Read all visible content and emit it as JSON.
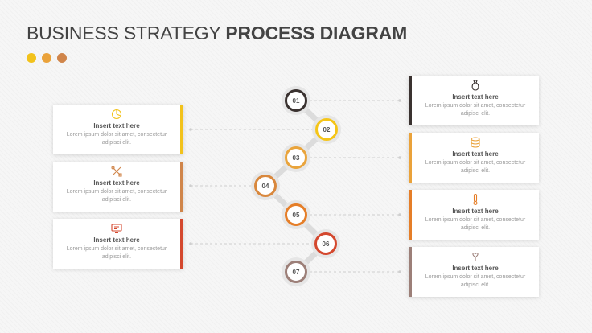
{
  "title": {
    "part1": "BUSINESS STRATEGY",
    "part2": "PROCESS DIAGRAM"
  },
  "dot_colors": [
    "#f2c21b",
    "#eaa23a",
    "#d0854a"
  ],
  "steps": [
    {
      "num": "01",
      "color": "#3a3230"
    },
    {
      "num": "02",
      "color": "#f5c518"
    },
    {
      "num": "03",
      "color": "#e9a43c"
    },
    {
      "num": "04",
      "color": "#d9883d"
    },
    {
      "num": "05",
      "color": "#e57e28"
    },
    {
      "num": "06",
      "color": "#d4482e"
    },
    {
      "num": "07",
      "color": "#9c7f78"
    }
  ],
  "left_cards": [
    {
      "icon": "pie-chart-icon",
      "color": "#f2c21b",
      "title": "Insert text here",
      "body": "Lorem ipsum dolor sit amet, consectetur adipisci elit."
    },
    {
      "icon": "tools-icon",
      "color": "#d0854a",
      "title": "Insert text here",
      "body": "Lorem ipsum dolor sit amet, consectetur adipisci elit."
    },
    {
      "icon": "monitor-icon",
      "color": "#d4482e",
      "title": "Insert text here",
      "body": "Lorem ipsum dolor sit amet, consectetur adipisci elit."
    }
  ],
  "right_cards": [
    {
      "icon": "money-bag-icon",
      "color": "#3a3230",
      "title": "Insert text here",
      "body": "Lorem ipsum dolor sit amet, consectetur adipisci elit."
    },
    {
      "icon": "coins-icon",
      "color": "#eaa23a",
      "title": "Insert text here",
      "body": "Lorem ipsum dolor sit amet, consectetur adipisci elit."
    },
    {
      "icon": "thermometer-icon",
      "color": "#e57e28",
      "title": "Insert text here",
      "body": "Lorem ipsum dolor sit amet, consectetur adipisci elit."
    },
    {
      "icon": "heart-hand-icon",
      "color": "#9c7f78",
      "title": "Insert text here",
      "body": "Lorem ipsum dolor sit amet, consectetur adipisci elit."
    }
  ]
}
